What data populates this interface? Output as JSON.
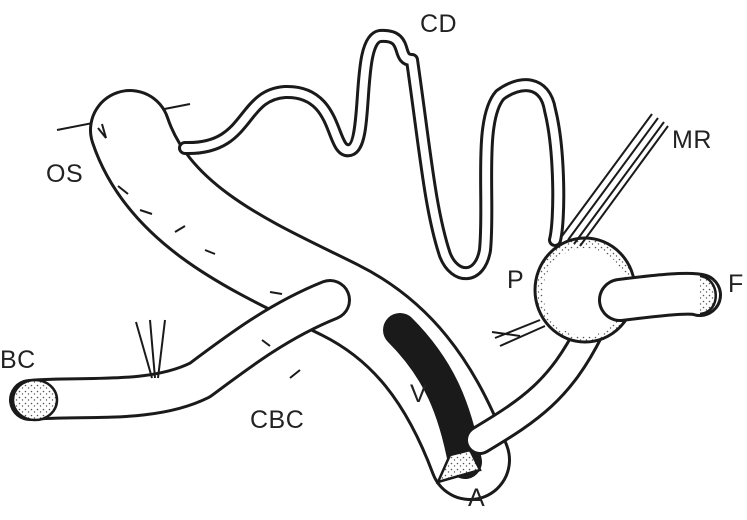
{
  "diagram": {
    "labels": {
      "cd": "CD",
      "mr": "MR",
      "os": "OS",
      "p": "P",
      "f": "F",
      "bc": "BC",
      "cbc": "CBC",
      "v": "V",
      "a": "A"
    },
    "colors": {
      "ink": "#1a1a1a",
      "stipple": "#444444",
      "background": "#ffffff"
    }
  }
}
